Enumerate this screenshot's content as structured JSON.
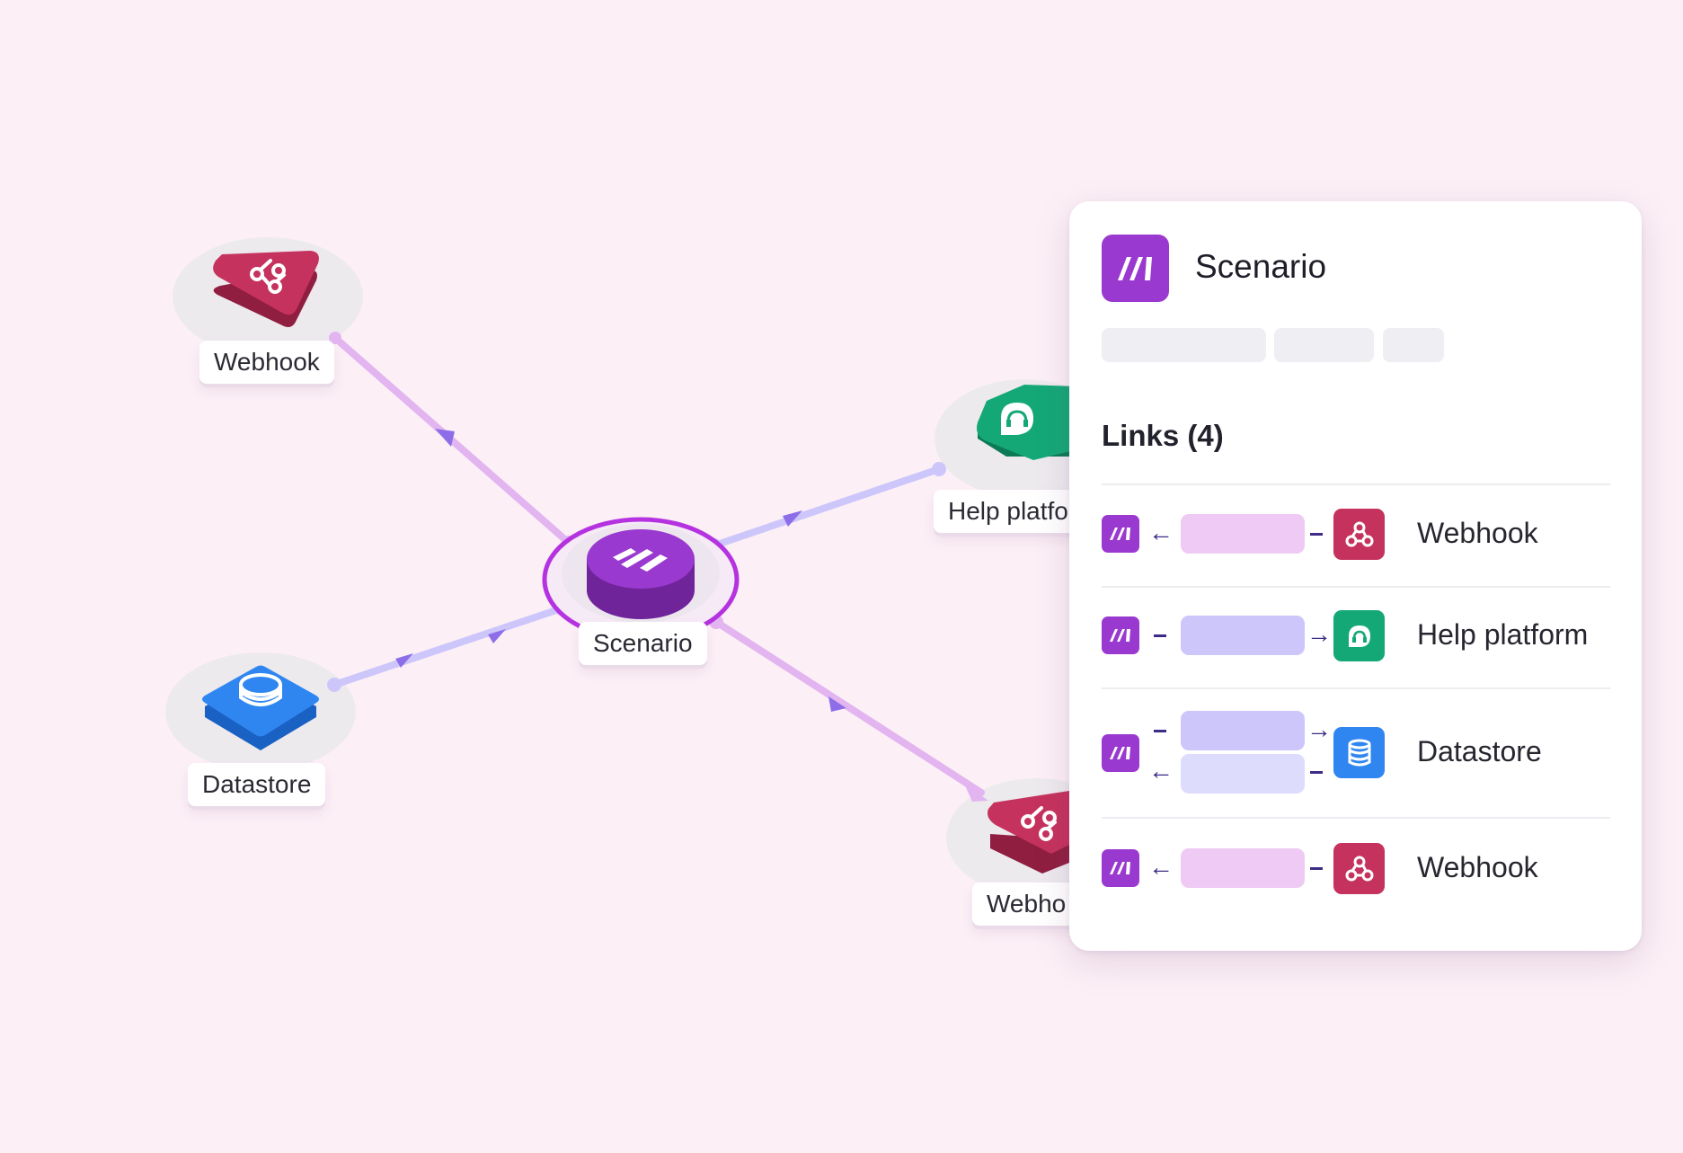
{
  "canvas": {
    "nodes": {
      "webhook_top": {
        "label": "Webhook"
      },
      "datastore": {
        "label": "Datastore"
      },
      "scenario": {
        "label": "Scenario"
      },
      "help_platform": {
        "label": "Help platfo"
      },
      "webhook_bottom": {
        "label": "Webho"
      }
    }
  },
  "panel": {
    "title": "Scenario",
    "links_title": "Links (4)",
    "links": [
      {
        "target": "Webhook",
        "direction": "incoming"
      },
      {
        "target": "Help platform",
        "direction": "outgoing"
      },
      {
        "target": "Datastore",
        "direction": "both"
      },
      {
        "target": "Webhook",
        "direction": "incoming"
      }
    ]
  },
  "colors": {
    "background": "#fcf0f6",
    "scenario_purple": "#9a39cf",
    "webhook_red": "#c5325d",
    "help_green": "#13a876",
    "datastore_blue": "#2f86f0",
    "edge_pink": "#e3b5f0",
    "edge_lavender": "#cdc6fb",
    "arrow_dark": "#3d2b86"
  },
  "icons": {
    "scenario": "make-logo-icon",
    "webhook": "webhook-icon",
    "help_platform": "headset-icon",
    "datastore": "database-icon"
  }
}
